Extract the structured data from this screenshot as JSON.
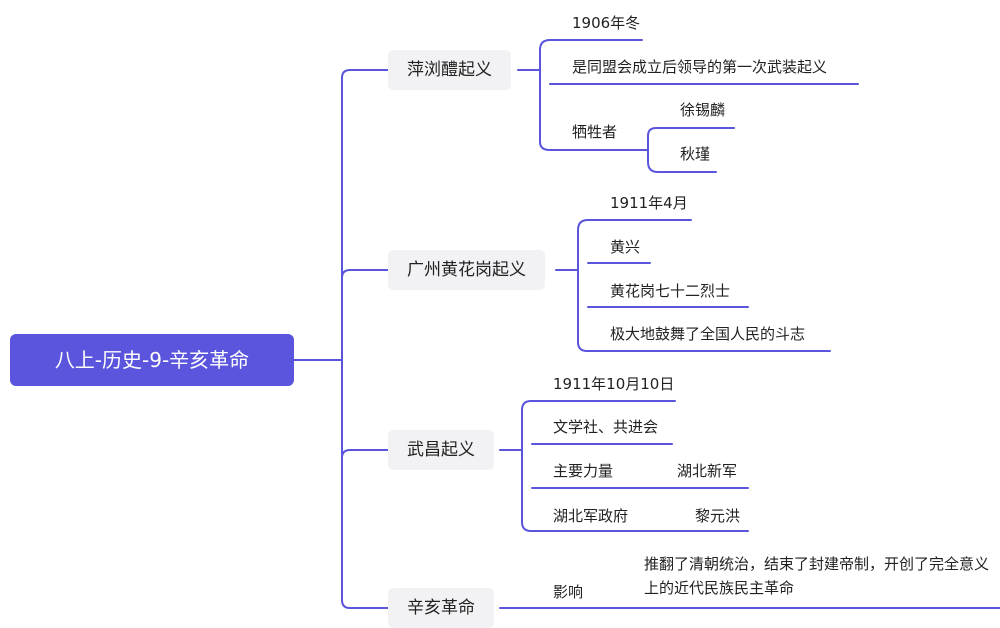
{
  "root": {
    "label": "八上-历史-9-辛亥革命"
  },
  "branches": [
    {
      "label": "萍浏醴起义",
      "items": [
        {
          "label": "1906年冬"
        },
        {
          "label": "是同盟会成立后领导的第一次武装起义"
        },
        {
          "label": "牺牲者",
          "children": [
            "徐锡麟",
            "秋瑾"
          ]
        }
      ]
    },
    {
      "label": "广州黄花岗起义",
      "items": [
        {
          "label": "1911年4月"
        },
        {
          "label": "黄兴"
        },
        {
          "label": "黄花岗七十二烈士"
        },
        {
          "label": "极大地鼓舞了全国人民的斗志"
        }
      ]
    },
    {
      "label": "武昌起义",
      "items": [
        {
          "label": "1911年10月10日"
        },
        {
          "label": "文学社、共进会"
        },
        {
          "label": "主要力量",
          "children": [
            "湖北新军"
          ]
        },
        {
          "label": "湖北军政府",
          "children": [
            "黎元洪"
          ]
        }
      ]
    },
    {
      "label": "辛亥革命",
      "items": [
        {
          "label": "影响",
          "children": [
            "推翻了清朝统治，结束了封建帝制，开创了完全意义上的近代民族民主革命"
          ]
        }
      ]
    }
  ],
  "colors": {
    "line": "#5a55dc",
    "root_bg": "#5a55dc",
    "branch_bg": "#f2f2f4"
  }
}
